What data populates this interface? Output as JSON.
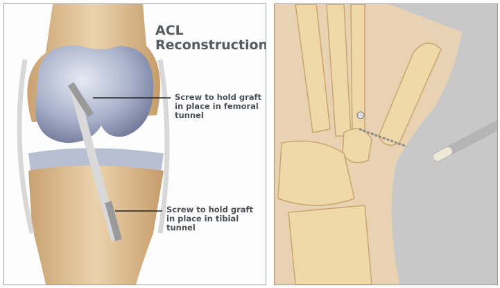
{
  "left_panel": {
    "title_line1": "ACL",
    "title_line2": "Reconstruction",
    "femoral_label": [
      "Screw to hold graft",
      "in place in femoral",
      "tunnel"
    ],
    "tibial_label": [
      "Screw to hold graft",
      "in place in tibial",
      "tunnel"
    ]
  },
  "colors": {
    "bone": "#e2c49a",
    "cartilage": "#a9b3cc",
    "text": "#4a4f54",
    "background_grey": "#c8c8c8"
  }
}
